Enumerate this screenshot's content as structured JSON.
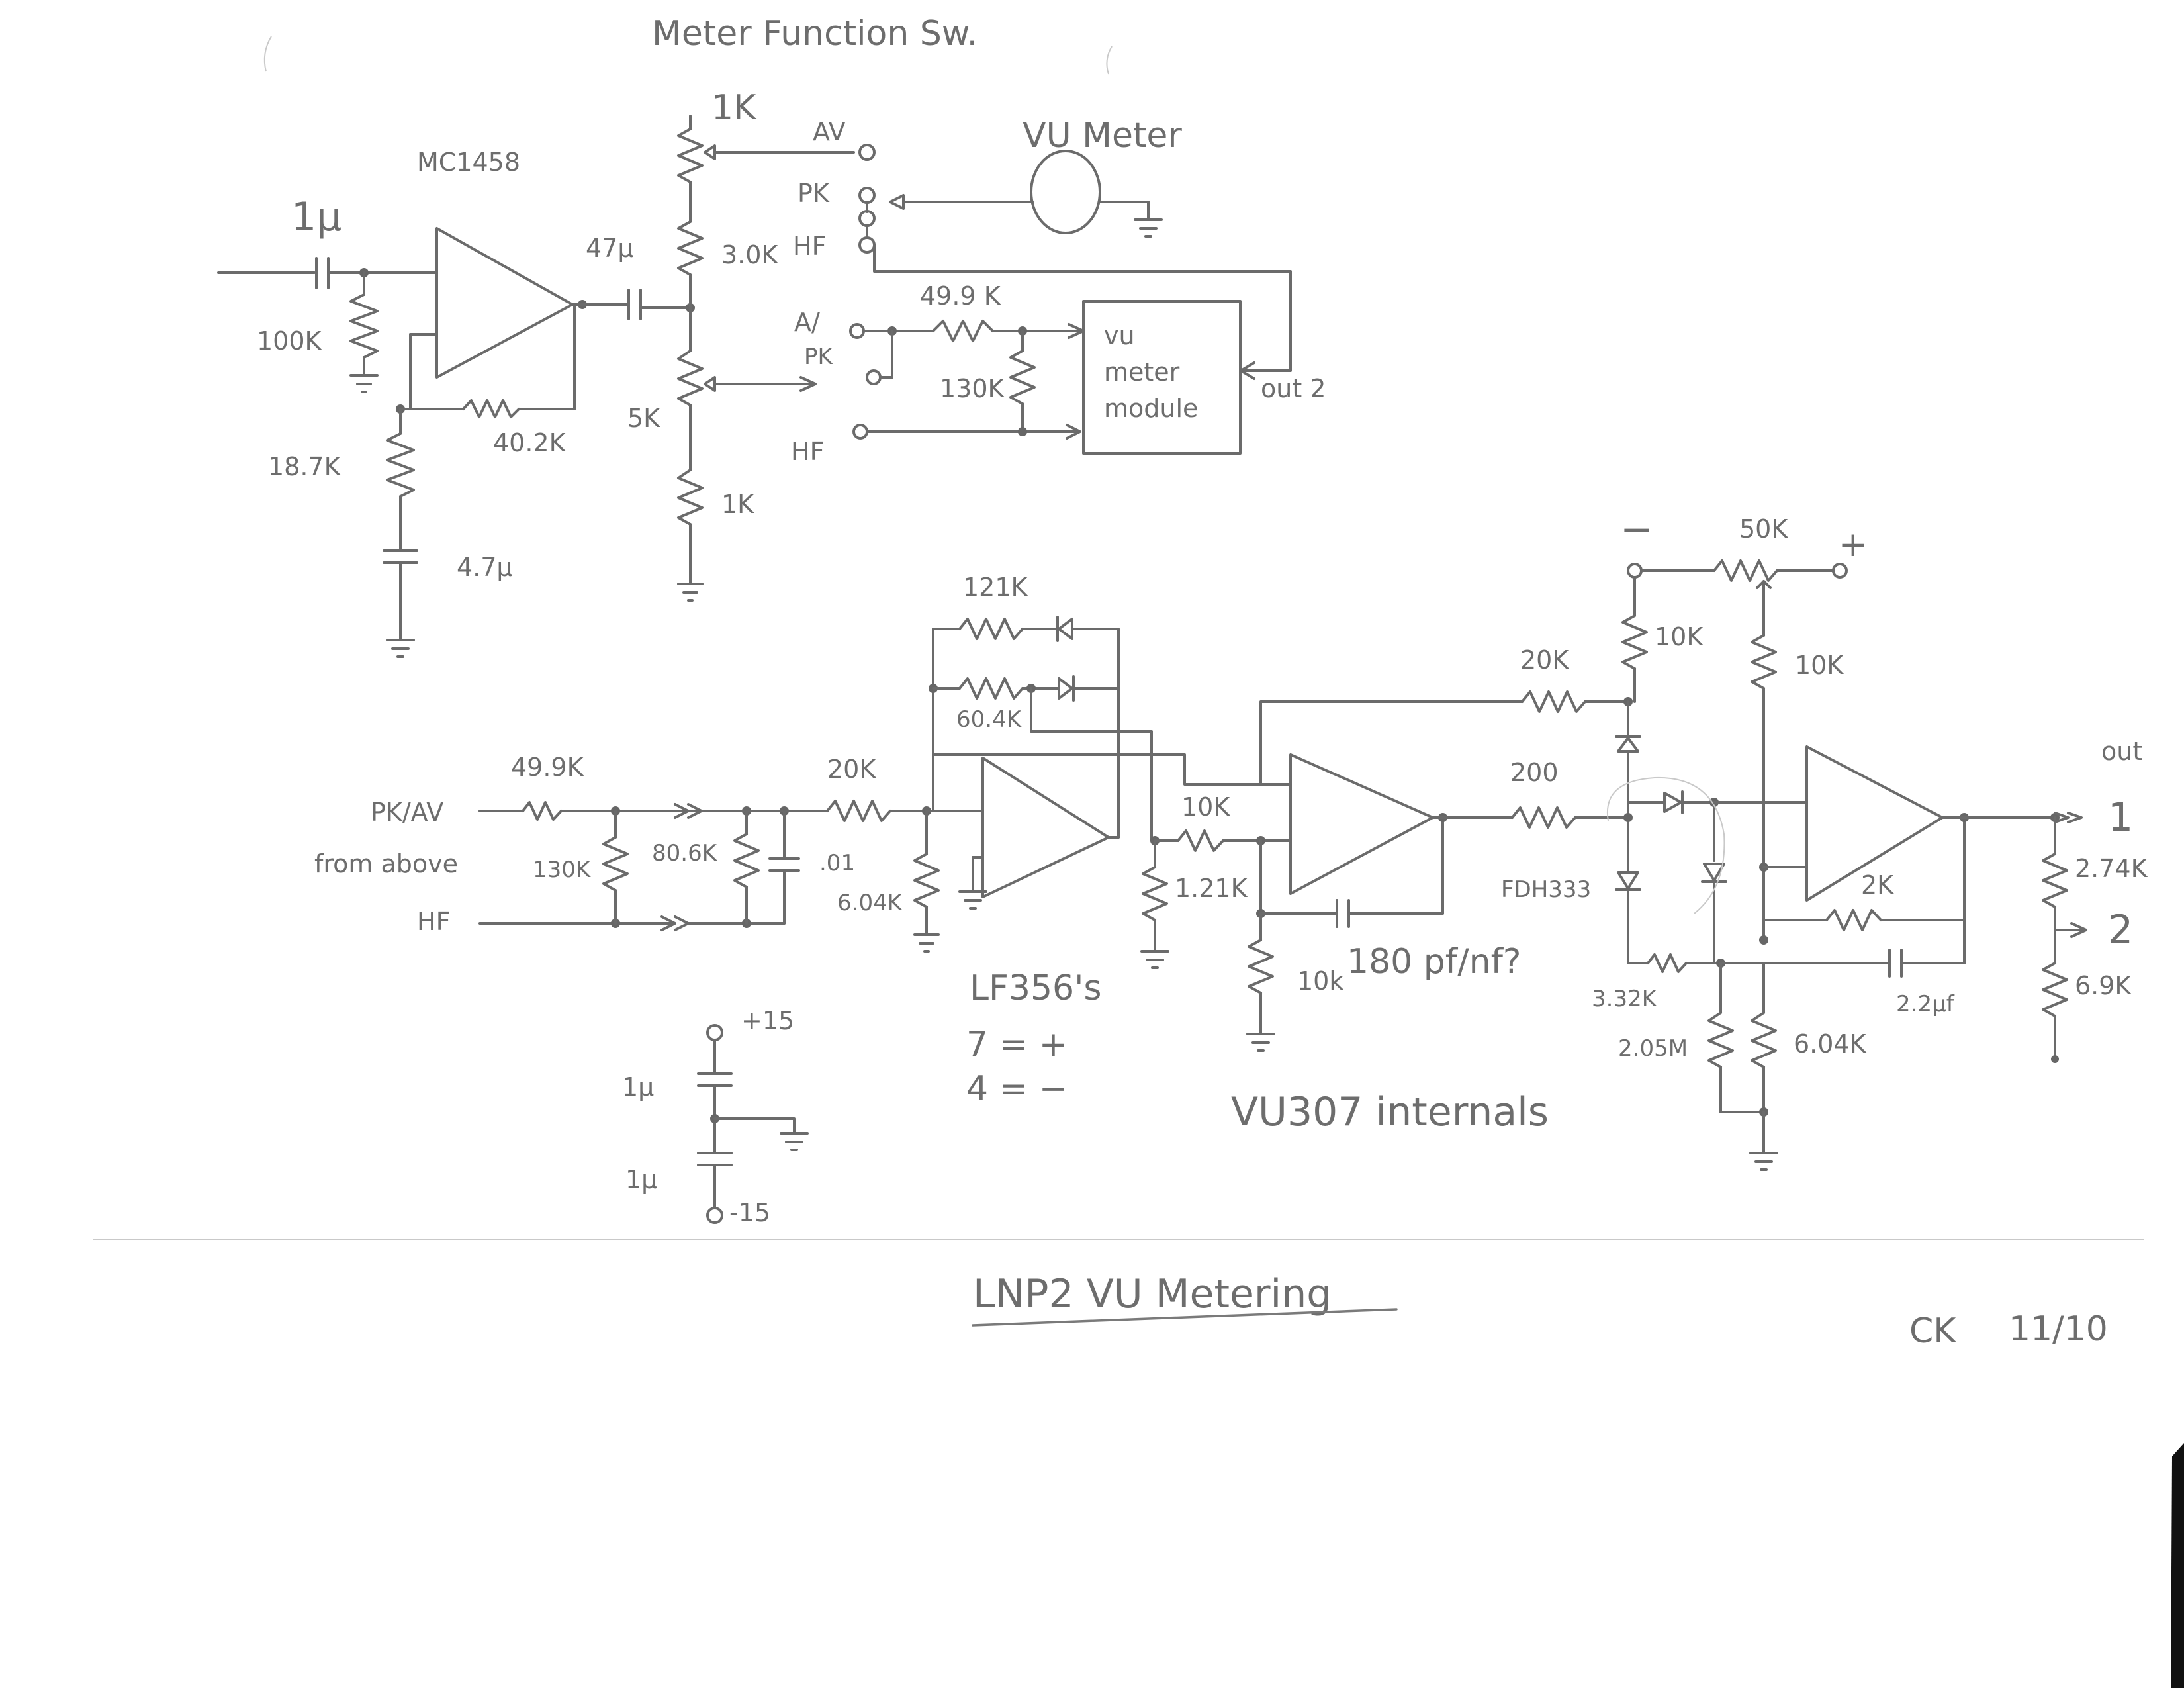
{
  "top": {
    "switch_title": "Meter Function Sw.",
    "opamp1": "MC1458",
    "vu_meter": "VU Meter",
    "module_l1": "vu",
    "module_l2": "meter",
    "module_l3": "module",
    "out2": "out 2"
  },
  "switch_labels": {
    "av1": "AV",
    "pk1": "PK",
    "hf1": "HF",
    "av2": "A/",
    "pk2": "PK",
    "hf2": "HF"
  },
  "values": {
    "c_in": "1µ",
    "r_in": "100K",
    "r_fb_gnd": "18.7K",
    "c_gnd": "4.7µ",
    "r_fb": "40.2K",
    "c_out": "47µ",
    "pot_1k_top": "1K",
    "r_30k": "3.0K",
    "pot_5k": "5K",
    "r_1k_bot": "1K",
    "r_499": "49.9 K",
    "r_130": "130K"
  },
  "bottom_left": {
    "pkav": "PK/AV",
    "from_above": "from above",
    "hf": "HF",
    "r_499": "49.9K",
    "r_130": "130K",
    "r_806": "80.6K",
    "c_01": ".01",
    "r_20k": "20K",
    "r_604": "6.04K",
    "r_121k": "121K",
    "r_604k": "60.4K",
    "r_10k": "10K",
    "r_121": "1.21K",
    "r_10k_b": "10k",
    "c_180": "180 pf/nf?",
    "opamps": "LF356's",
    "pin7": "7 = +",
    "pin4": "4 = −"
  },
  "supply": {
    "plus": "+15",
    "c1": "1µ",
    "c2": "1µ",
    "minus": "-15"
  },
  "right": {
    "r_50k": "50K",
    "minus": "−",
    "plus": "+",
    "r_10k_a": "10K",
    "r_10k_b": "10K",
    "r_20k": "20K",
    "r_200": "200",
    "diode": "FDH333",
    "r_332": "3.32K",
    "r_205": "2.05M",
    "r_604": "6.04K",
    "r_2k": "2K",
    "c_22": "2.2µf",
    "r_274": "2.74K",
    "r_69": "6.9K",
    "out": "out",
    "out1": "1",
    "out2": "2",
    "internals": "VU307 internals"
  },
  "footer": {
    "title": "LNP2  VU Metering",
    "initials": "CK",
    "date": "11/10"
  }
}
